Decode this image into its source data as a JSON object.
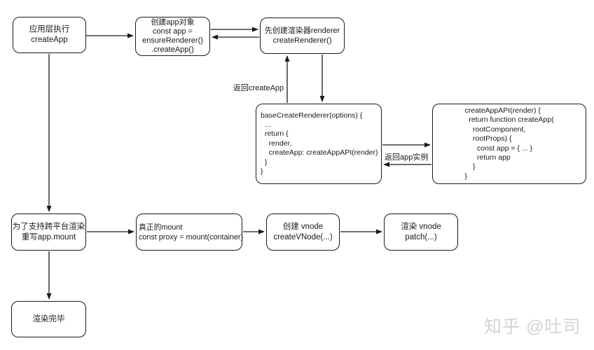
{
  "diagram": {
    "nodes": {
      "app_layer": {
        "label": "应用层执行\ncreateApp"
      },
      "create_app_object": {
        "label": "创建app对象\nconst app =\nensureRenderer()\n.createApp()"
      },
      "create_renderer": {
        "label": "先创建渲染器renderer\ncreateRenderer()"
      },
      "base_create_renderer": {
        "code": "baseCreateRenderer(options) {\n  ...\n  return {\n    render,\n    createApp: createAppAPI(render)\n  }\n}"
      },
      "create_app_api": {
        "code": "createAppAPI(render) {\n  return function createApp(\n    rootComponent,\n    rootProps) {\n      const app = { ... }\n      return app\n    }\n}"
      },
      "cross_platform_mount": {
        "label": "为了支持跨平台渲染\n重写app.mount"
      },
      "real_mount": {
        "label": "真正的mount\nconst proxy = mount(container)"
      },
      "create_vnode": {
        "label": "创建 vnode\ncreateVNode(...)"
      },
      "render_vnode": {
        "label": "渲染 vnode\npatch(...)"
      },
      "render_done": {
        "label": "渲染完毕"
      }
    },
    "edge_labels": {
      "return_create_app": "返回createApp",
      "return_app_instance": "返回app实例"
    },
    "watermark": "知乎 @吐司",
    "colors": {
      "stroke": "#1a1a1a",
      "box_fill": "#ffffff",
      "background": "#ffffff",
      "watermark": "#d3d3d3"
    }
  }
}
